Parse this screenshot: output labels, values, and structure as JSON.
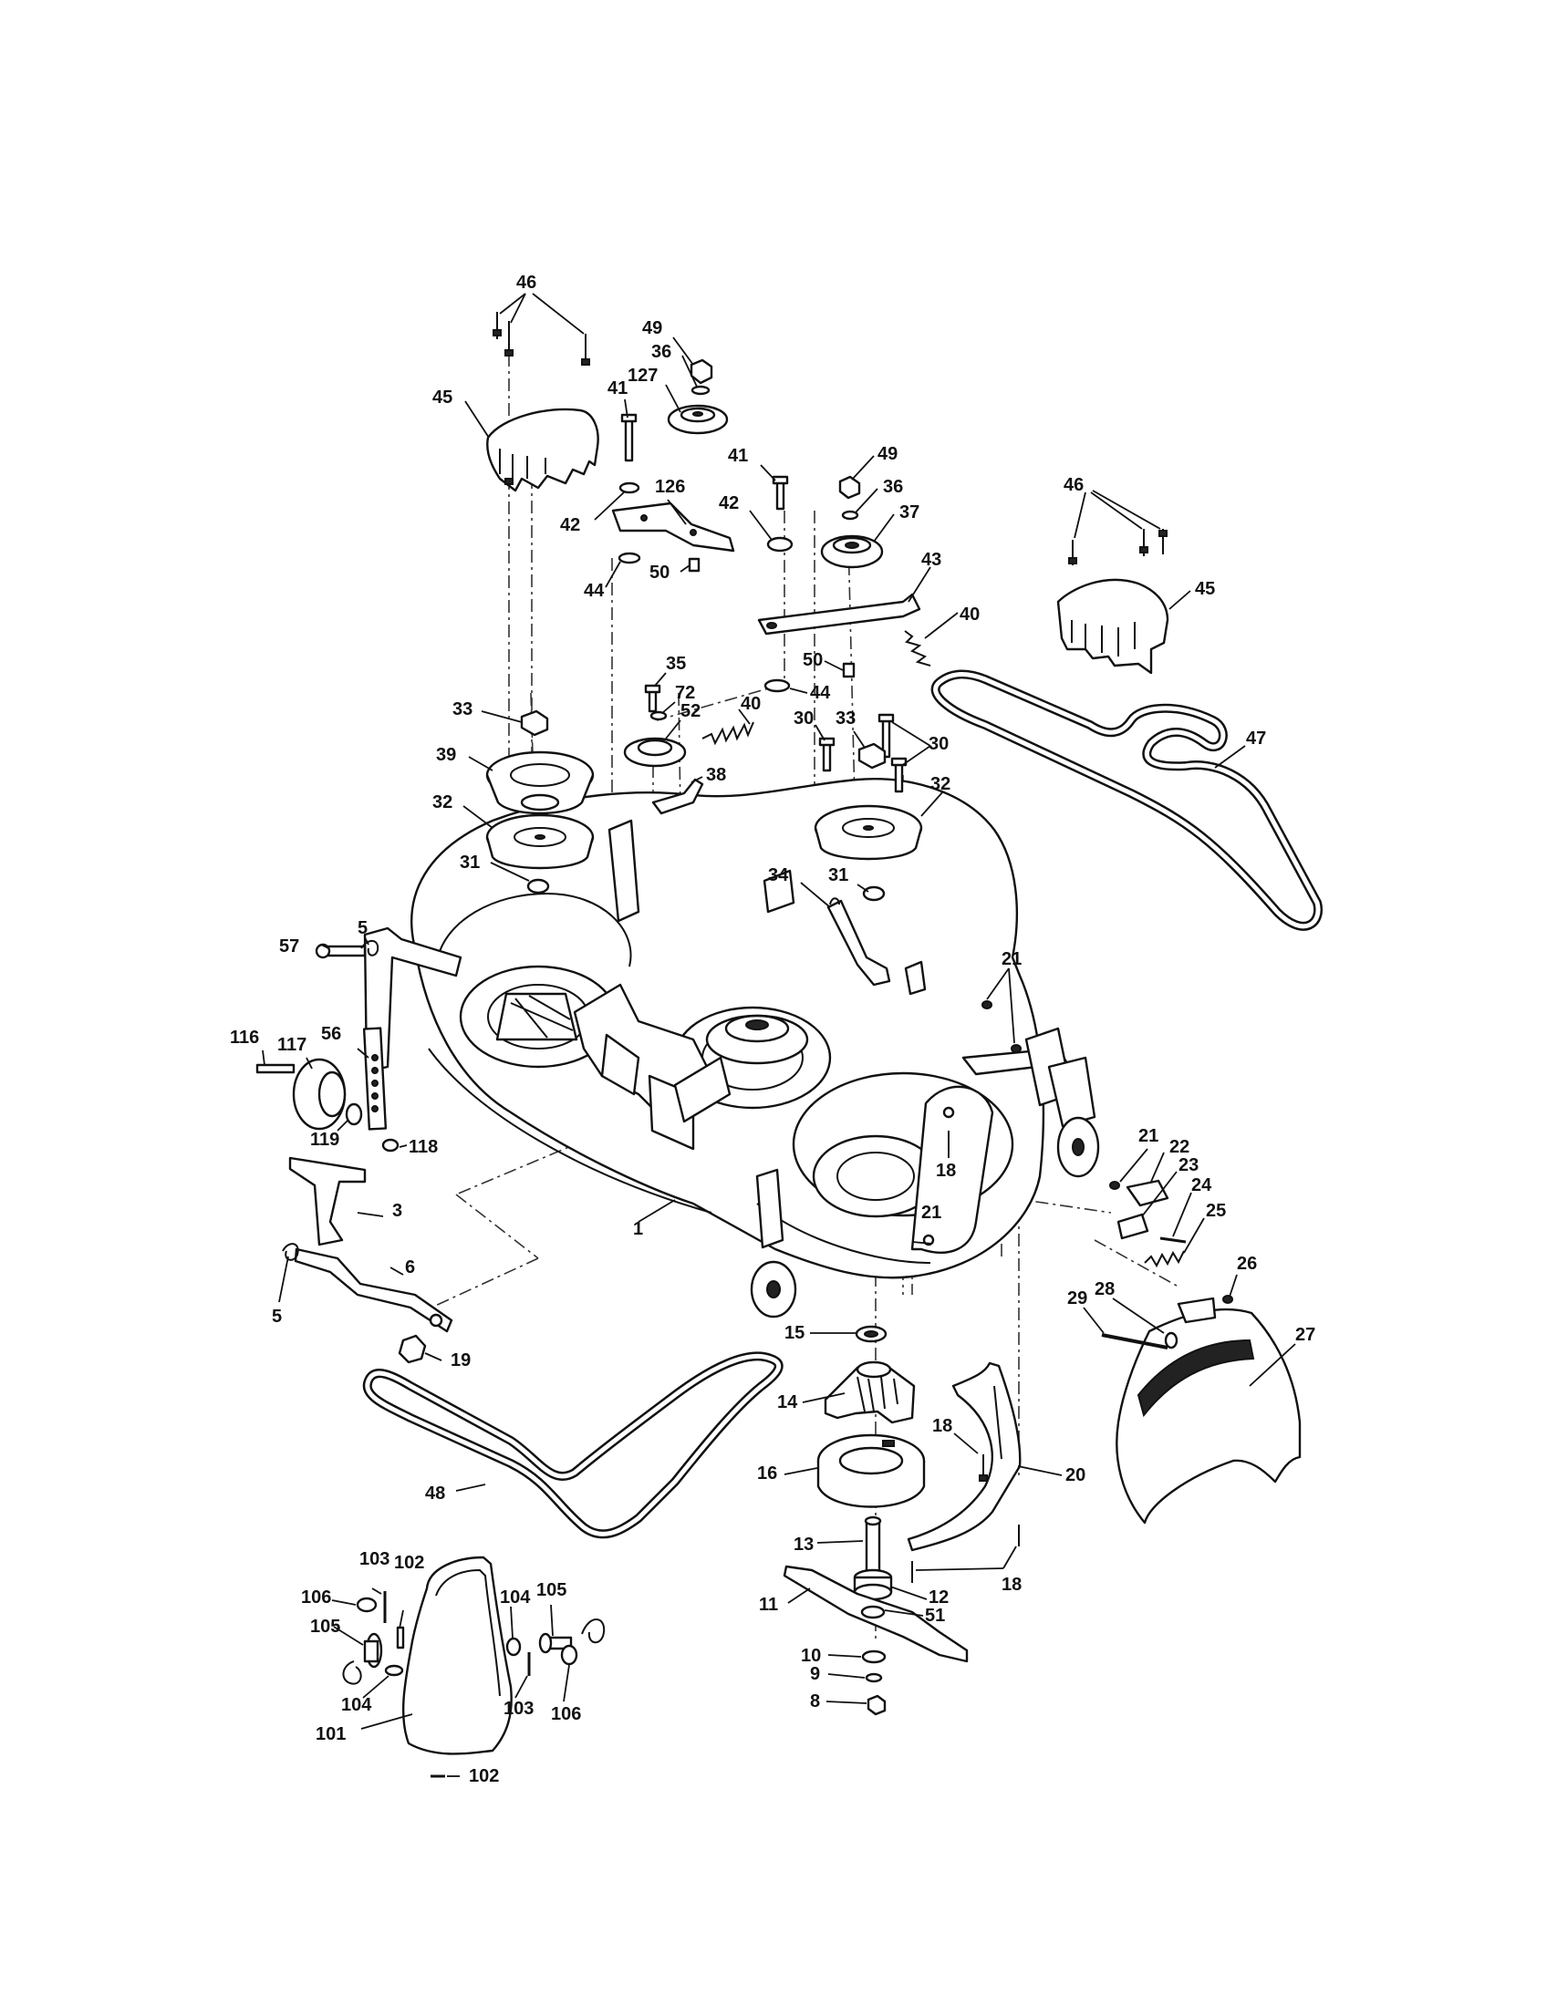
{
  "callouts": [
    {
      "id": "c1",
      "text": "1"
    },
    {
      "id": "c3",
      "text": "3"
    },
    {
      "id": "c5a",
      "text": "5"
    },
    {
      "id": "c5b",
      "text": "5"
    },
    {
      "id": "c6",
      "text": "6"
    },
    {
      "id": "c8",
      "text": "8"
    },
    {
      "id": "c9",
      "text": "9"
    },
    {
      "id": "c10",
      "text": "10"
    },
    {
      "id": "c11",
      "text": "11"
    },
    {
      "id": "c12",
      "text": "12"
    },
    {
      "id": "c13",
      "text": "13"
    },
    {
      "id": "c14",
      "text": "14"
    },
    {
      "id": "c15",
      "text": "15"
    },
    {
      "id": "c16",
      "text": "16"
    },
    {
      "id": "c18a",
      "text": "18"
    },
    {
      "id": "c18b",
      "text": "18"
    },
    {
      "id": "c18c",
      "text": "18"
    },
    {
      "id": "c19",
      "text": "19"
    },
    {
      "id": "c20",
      "text": "20"
    },
    {
      "id": "c21a",
      "text": "21"
    },
    {
      "id": "c21b",
      "text": "21"
    },
    {
      "id": "c21c",
      "text": "21"
    },
    {
      "id": "c22",
      "text": "22"
    },
    {
      "id": "c23",
      "text": "23"
    },
    {
      "id": "c24",
      "text": "24"
    },
    {
      "id": "c25",
      "text": "25"
    },
    {
      "id": "c26",
      "text": "26"
    },
    {
      "id": "c27",
      "text": "27"
    },
    {
      "id": "c28",
      "text": "28"
    },
    {
      "id": "c29",
      "text": "29"
    },
    {
      "id": "c30a",
      "text": "30"
    },
    {
      "id": "c30b",
      "text": "30"
    },
    {
      "id": "c31a",
      "text": "31"
    },
    {
      "id": "c31b",
      "text": "31"
    },
    {
      "id": "c32a",
      "text": "32"
    },
    {
      "id": "c32b",
      "text": "32"
    },
    {
      "id": "c33a",
      "text": "33"
    },
    {
      "id": "c33b",
      "text": "33"
    },
    {
      "id": "c34",
      "text": "34"
    },
    {
      "id": "c35",
      "text": "35"
    },
    {
      "id": "c36a",
      "text": "36"
    },
    {
      "id": "c36b",
      "text": "36"
    },
    {
      "id": "c37",
      "text": "37"
    },
    {
      "id": "c38",
      "text": "38"
    },
    {
      "id": "c39",
      "text": "39"
    },
    {
      "id": "c40a",
      "text": "40"
    },
    {
      "id": "c40b",
      "text": "40"
    },
    {
      "id": "c41a",
      "text": "41"
    },
    {
      "id": "c41b",
      "text": "41"
    },
    {
      "id": "c42a",
      "text": "42"
    },
    {
      "id": "c42b",
      "text": "42"
    },
    {
      "id": "c43",
      "text": "43"
    },
    {
      "id": "c44a",
      "text": "44"
    },
    {
      "id": "c44b",
      "text": "44"
    },
    {
      "id": "c45a",
      "text": "45"
    },
    {
      "id": "c45b",
      "text": "45"
    },
    {
      "id": "c46a",
      "text": "46"
    },
    {
      "id": "c46b",
      "text": "46"
    },
    {
      "id": "c47",
      "text": "47"
    },
    {
      "id": "c48",
      "text": "48"
    },
    {
      "id": "c49a",
      "text": "49"
    },
    {
      "id": "c49b",
      "text": "49"
    },
    {
      "id": "c50a",
      "text": "50"
    },
    {
      "id": "c50b",
      "text": "50"
    },
    {
      "id": "c51",
      "text": "51"
    },
    {
      "id": "c52",
      "text": "52"
    },
    {
      "id": "c56",
      "text": "56"
    },
    {
      "id": "c57",
      "text": "57"
    },
    {
      "id": "c72",
      "text": "72"
    },
    {
      "id": "c101",
      "text": "101"
    },
    {
      "id": "c102a",
      "text": "102"
    },
    {
      "id": "c102b",
      "text": "102"
    },
    {
      "id": "c103a",
      "text": "103"
    },
    {
      "id": "c103b",
      "text": "103"
    },
    {
      "id": "c104a",
      "text": "104"
    },
    {
      "id": "c104b",
      "text": "104"
    },
    {
      "id": "c105a",
      "text": "105"
    },
    {
      "id": "c105b",
      "text": "105"
    },
    {
      "id": "c106a",
      "text": "106"
    },
    {
      "id": "c106b",
      "text": "106"
    },
    {
      "id": "c116",
      "text": "116"
    },
    {
      "id": "c117",
      "text": "117"
    },
    {
      "id": "c118",
      "text": "118"
    },
    {
      "id": "c119",
      "text": "119"
    },
    {
      "id": "c126",
      "text": "126"
    },
    {
      "id": "c127",
      "text": "127"
    }
  ]
}
